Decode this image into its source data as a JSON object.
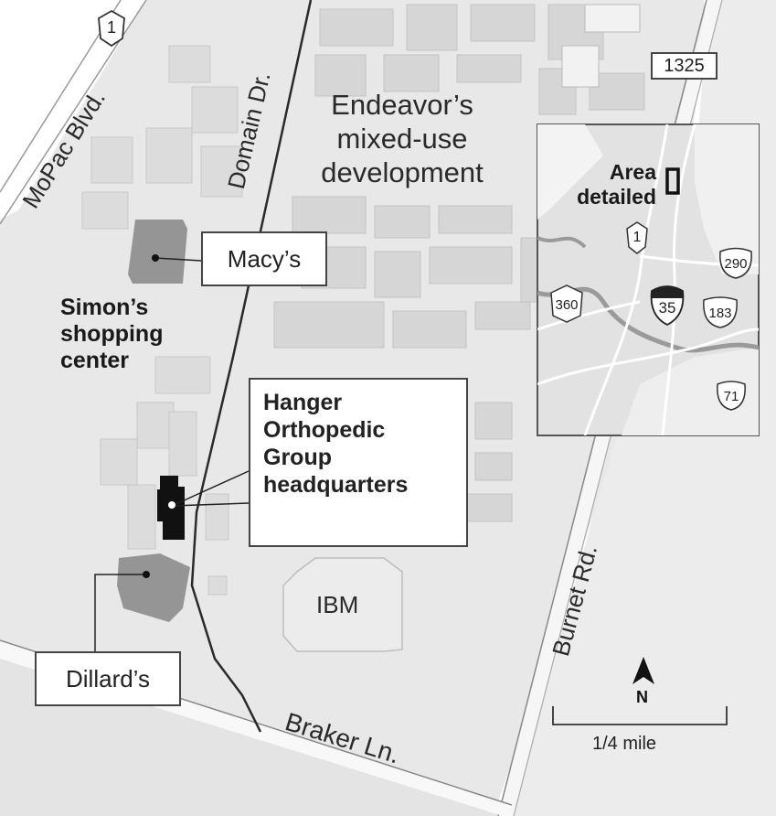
{
  "roads": {
    "mopac": "MoPac Blvd.",
    "domain": "Domain Dr.",
    "burnet": "Burnet Rd.",
    "braker": "Braker Ln."
  },
  "shields": {
    "route_1_main": "1",
    "route_1325": "1325"
  },
  "development_label": [
    "Endeavor’s",
    "mixed-use",
    "development"
  ],
  "simon_label": [
    "Simon’s",
    "shopping",
    "center"
  ],
  "callouts": {
    "macys": "Macy’s",
    "dillards": "Dillard’s",
    "hanger": [
      "Hanger",
      "Orthopedic",
      "Group",
      "headquarters"
    ]
  },
  "ibm": "IBM",
  "inset": {
    "area_label": [
      "Area",
      "detailed"
    ],
    "shields": {
      "r1": "1",
      "r290": "290",
      "r360": "360",
      "i35": "35",
      "r183": "183",
      "r71": "71"
    }
  },
  "north": "N",
  "scale": "1/4 mile",
  "colors": {
    "background": "#ffffff",
    "map_fill": "#e8e8e8",
    "building_light": "#dedede",
    "building_dark": "#959595",
    "headquarters": "#111111",
    "road": "#2a2a2a"
  }
}
